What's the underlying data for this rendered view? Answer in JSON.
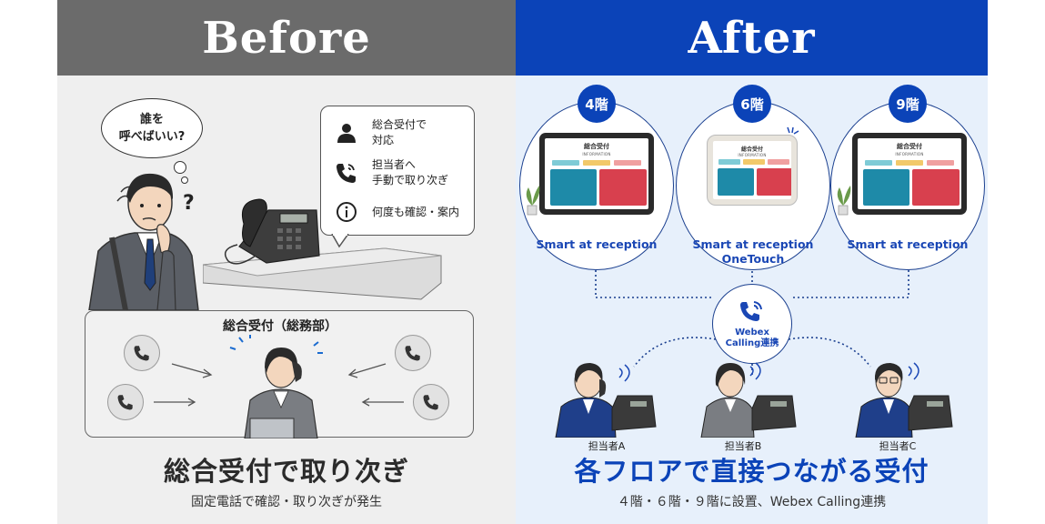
{
  "before": {
    "header": "Before",
    "thought": "誰を\n呼べばいい?",
    "question_mark": "?",
    "info_items": [
      {
        "icon": "person-icon",
        "text": "総合受付で\n対応"
      },
      {
        "icon": "phone-transfer-icon",
        "text": "担当者へ\n手動で取り次ぎ"
      },
      {
        "icon": "info-icon",
        "text": "何度も確認・案内"
      }
    ],
    "reception_title": "総合受付（総務部）",
    "title": "総合受付で取り次ぎ",
    "subtitle": "固定電話で確認・取り次ぎが発生"
  },
  "after": {
    "header": "After",
    "floors": [
      {
        "floor": "4階",
        "screen_title": "総合受付",
        "screen_sub": "INFORMATION",
        "label": "Smart at reception",
        "device": "tablet"
      },
      {
        "floor": "6階",
        "screen_title": "総合受付",
        "screen_sub": "INFORMATION",
        "label": "Smart at reception\nOneTouch",
        "device": "desk"
      },
      {
        "floor": "9階",
        "screen_title": "総合受付",
        "screen_sub": "INFORMATION",
        "label": "Smart at reception",
        "device": "tablet"
      }
    ],
    "hub_label": "Webex\nCalling連携",
    "people": [
      "担当者A",
      "担当者B",
      "担当者C"
    ],
    "title": "各フロアで直接つながる受付",
    "subtitle": "４階・６階・９階に設置、Webex Calling連携"
  },
  "colors": {
    "before_header": "#6b6b6b",
    "after_header": "#0b43b8",
    "accent_blue": "#1a47b5",
    "screen_teal": "#1e8aa8",
    "screen_red": "#d8404e"
  }
}
